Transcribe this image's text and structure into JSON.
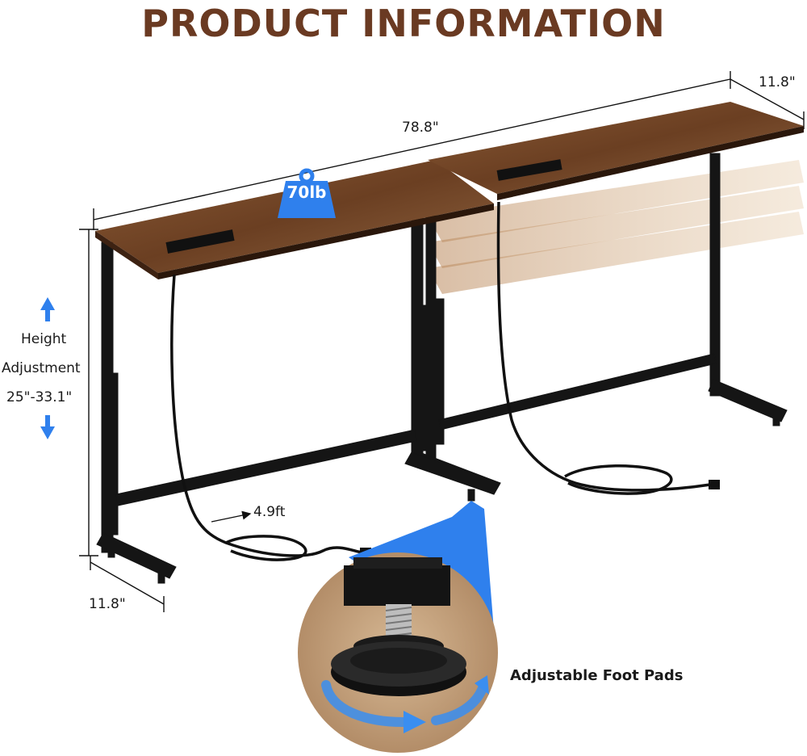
{
  "title": "PRODUCT INFORMATION",
  "dimensions": {
    "length": "78.8\"",
    "depth_top": "11.8\"",
    "depth_bottom": "11.8\"",
    "cord_length": "4.9ft"
  },
  "weight_capacity": "70lb",
  "height": {
    "label_line1": "Height",
    "label_line2": "Adjustment",
    "range": "25\"-33.1\""
  },
  "foot_pads_label": "Adjustable Foot Pads",
  "colors": {
    "title": "#6a3a22",
    "wood": "#7a4a2a",
    "frame": "#151515",
    "accent_blue": "#2f80ed",
    "pad_bg": "#c8a684"
  }
}
